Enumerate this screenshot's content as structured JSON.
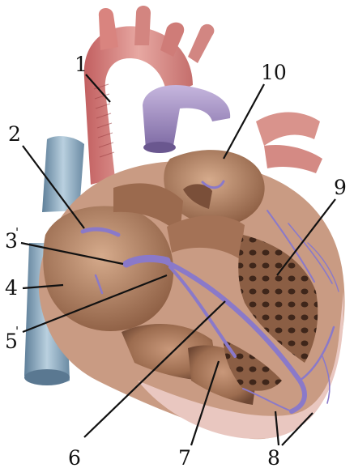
{
  "labels": {
    "l1": "1",
    "l2": "2",
    "l3": "3",
    "l4": "4",
    "l5": "5",
    "l6": "6",
    "l7": "7",
    "l8": "8",
    "l9": "9",
    "l10": "10"
  },
  "primes": {
    "p3": "'",
    "p5": "'"
  },
  "colors": {
    "aorta": "#d98a86",
    "pulmonary_trunk": "#9f8cc0",
    "vena_cava": "#7f9db5",
    "muscle": "#a97758",
    "conduction_system": "#8a79c9",
    "background": "#ffffff"
  }
}
